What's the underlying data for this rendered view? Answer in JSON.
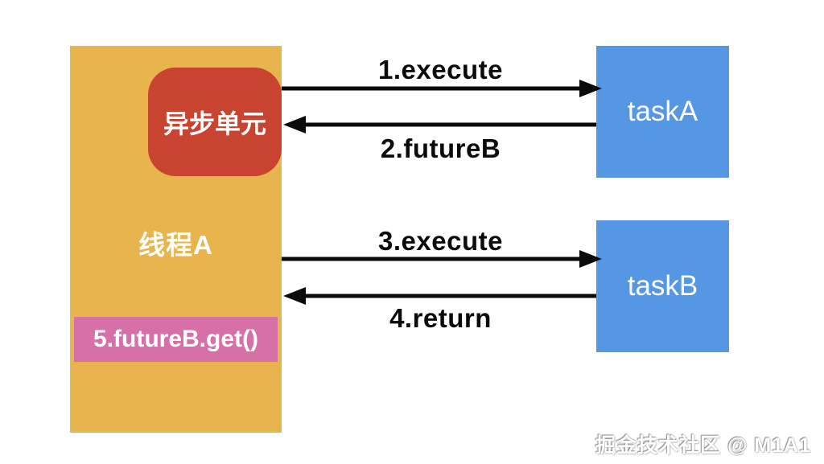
{
  "diagram": {
    "thread_box": {
      "label": "线程A",
      "color": "#E7B44D"
    },
    "async_unit": {
      "label": "异步单元",
      "color": "#C84430"
    },
    "future_get": {
      "label": "5.futureB.get()",
      "color": "#D670A7"
    },
    "task_a": {
      "label": "taskA",
      "color": "#5597E3"
    },
    "task_b": {
      "label": "taskB",
      "color": "#5597E3"
    },
    "arrows": [
      {
        "label": "1.execute",
        "direction": "right",
        "from": "async_unit",
        "to": "task_a"
      },
      {
        "label": "2.futureB",
        "direction": "left",
        "from": "task_a",
        "to": "async_unit"
      },
      {
        "label": "3.execute",
        "direction": "right",
        "from": "thread_box",
        "to": "task_b"
      },
      {
        "label": "4.return",
        "direction": "left",
        "from": "task_b",
        "to": "thread_box"
      }
    ],
    "arrow_color": "#0b0b0b",
    "background_color": "#ffffff"
  },
  "watermark": {
    "text": "掘金技术社区 @ M1A1"
  }
}
